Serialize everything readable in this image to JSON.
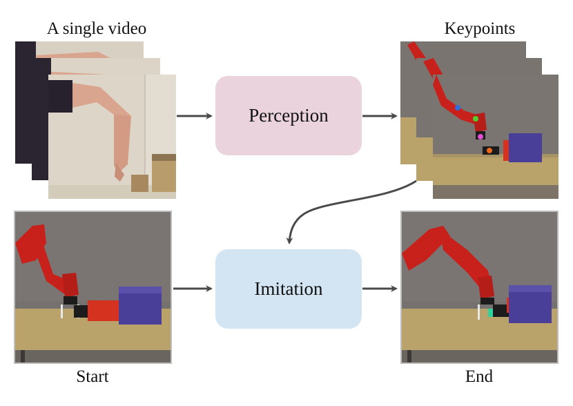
{
  "labels": {
    "video": "A single video",
    "keypoints": "Keypoints",
    "start": "Start",
    "end": "End"
  },
  "boxes": {
    "perception": "Perception",
    "imitation": "Imitation"
  },
  "colors": {
    "perception_fill": "#ead3dc",
    "imitation_fill": "#d3e4f2",
    "arrow": "#4a4a4a",
    "robot_red": "#c8211b",
    "sim_background": "#75716f",
    "table": "#b9a36a",
    "cube_blue": "#4a3f98"
  },
  "keypoint_colors": [
    "#2f6fe0",
    "#4bd12f",
    "#e24fd0",
    "#ef6a1b"
  ]
}
